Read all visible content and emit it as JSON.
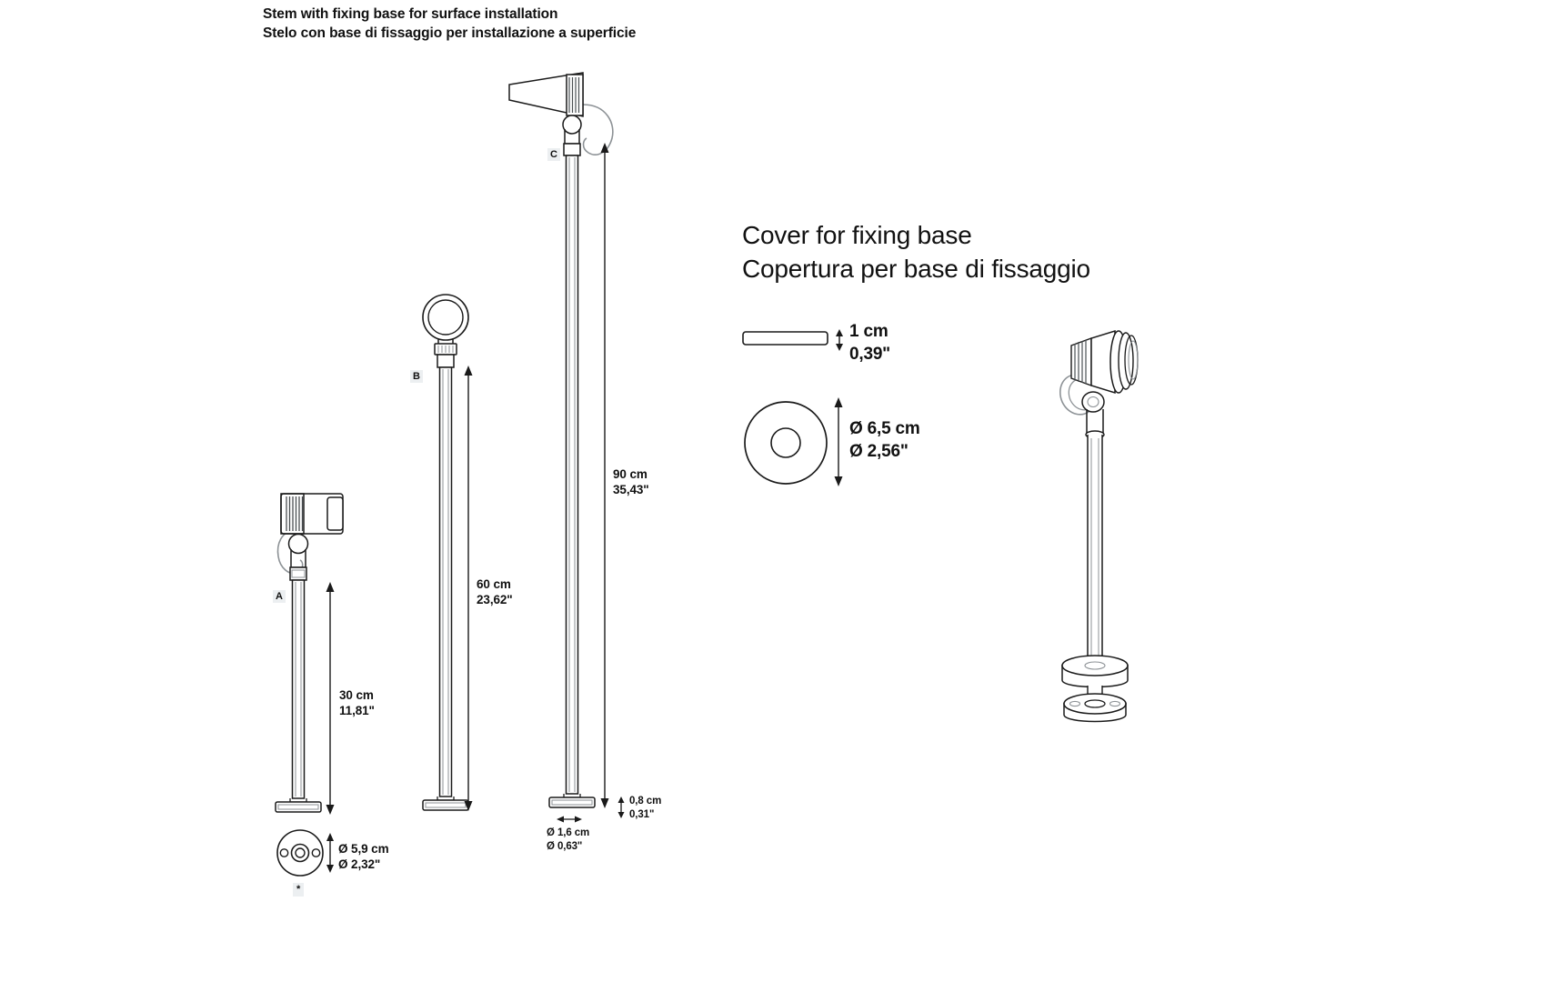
{
  "document": {
    "type": "technical-dimension-drawing",
    "background": "#ffffff",
    "line_color": "#1a1a1a"
  },
  "stem_section": {
    "heading_en": "Stem with fixing base for surface installation",
    "heading_it": "Stelo con base di fissaggio per installazione a superficie",
    "variants": [
      {
        "tag": "A",
        "height_cm": "30 cm",
        "height_in": "11,81\""
      },
      {
        "tag": "B",
        "height_cm": "60 cm",
        "height_in": "23,62\""
      },
      {
        "tag": "C",
        "height_cm": "90 cm",
        "height_in": "35,43\""
      }
    ],
    "base_plate": {
      "tag": "*",
      "diameter_cm": "Ø 5,9 cm",
      "diameter_in": "Ø 2,32\""
    },
    "stem_diameter": {
      "value_cm": "Ø 1,6 cm",
      "value_in": "Ø 0,63\""
    },
    "base_thickness": {
      "value_cm": "0,8 cm",
      "value_in": "0,31\""
    }
  },
  "cover_section": {
    "heading_en": "Cover for fixing base",
    "heading_it": "Copertura per base di fissaggio",
    "thickness": {
      "value_cm": "1 cm",
      "value_in": "0,39\""
    },
    "diameter": {
      "value_cm": "Ø 6,5 cm",
      "value_in": "Ø 2,56\""
    }
  },
  "perspective_view": {
    "label": "assembled-fixture-3d-view"
  },
  "chart_data": {
    "type": "table",
    "title": "Stem with fixing base for surface installation",
    "categories": [
      "A",
      "B",
      "C"
    ],
    "series": [
      {
        "name": "Height (cm)",
        "values": [
          30,
          60,
          90
        ]
      },
      {
        "name": "Height (in)",
        "values": [
          11.81,
          23.62,
          35.43
        ]
      }
    ],
    "annotations": [
      "Ø 5,9 cm / Ø 2,32\" base plate diameter",
      "Ø 1,6 cm / Ø 0,63\" stem diameter",
      "0,8 cm / 0,31\" base plate thickness",
      "1 cm / 0,39\" cover thickness",
      "Ø 6,5 cm / Ø 2,56\" cover diameter"
    ]
  }
}
